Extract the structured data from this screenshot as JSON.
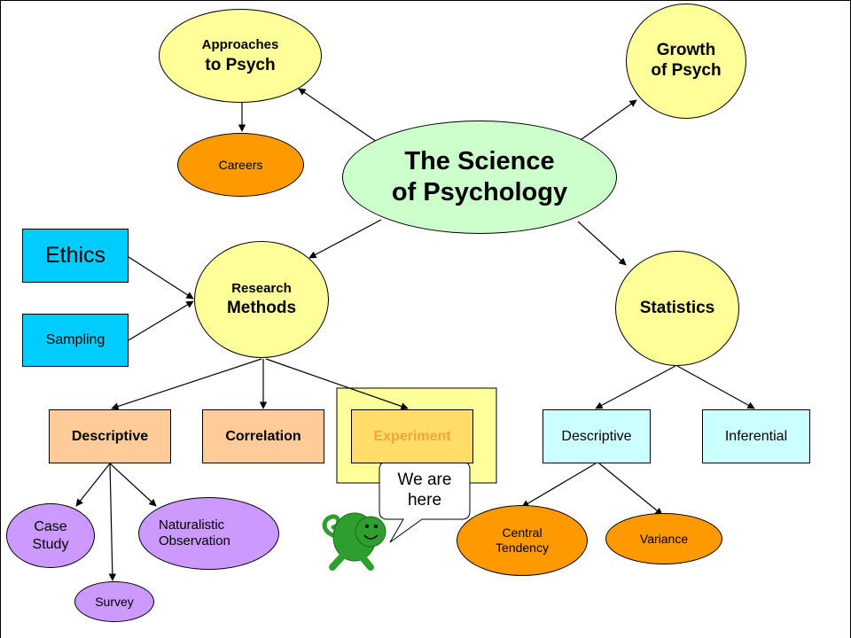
{
  "colors": {
    "yellow": "#ffff99",
    "orange": "#ff9900",
    "green": "#ccffcc",
    "purple": "#cc99ff",
    "blue": "#00ccff",
    "peach": "#ffcc99",
    "cyan": "#ccffff",
    "highlight": "#ffff99",
    "turtle": "#2e9e2e"
  },
  "nodes": {
    "science": "The Science\nof Psychology",
    "approaches_line1": "Approaches",
    "approaches_line2": "to Psych",
    "growth": "Growth\nof Psych",
    "careers": "Careers",
    "research_line1": "Research",
    "research_line2": "Methods",
    "statistics": "Statistics",
    "ethics": "Ethics",
    "sampling": "Sampling",
    "descriptive_method": "Descriptive",
    "correlation": "Correlation",
    "experiment": "Experiment",
    "descriptive_stats": "Descriptive",
    "inferential": "Inferential",
    "case_study": "Case\nStudy",
    "naturalistic": "Naturalistic\nObservation",
    "survey": "Survey",
    "central_tendency": "Central\nTendency",
    "variance": "Variance"
  },
  "callout": "We are\nhere",
  "mascot": "turtle-icon"
}
